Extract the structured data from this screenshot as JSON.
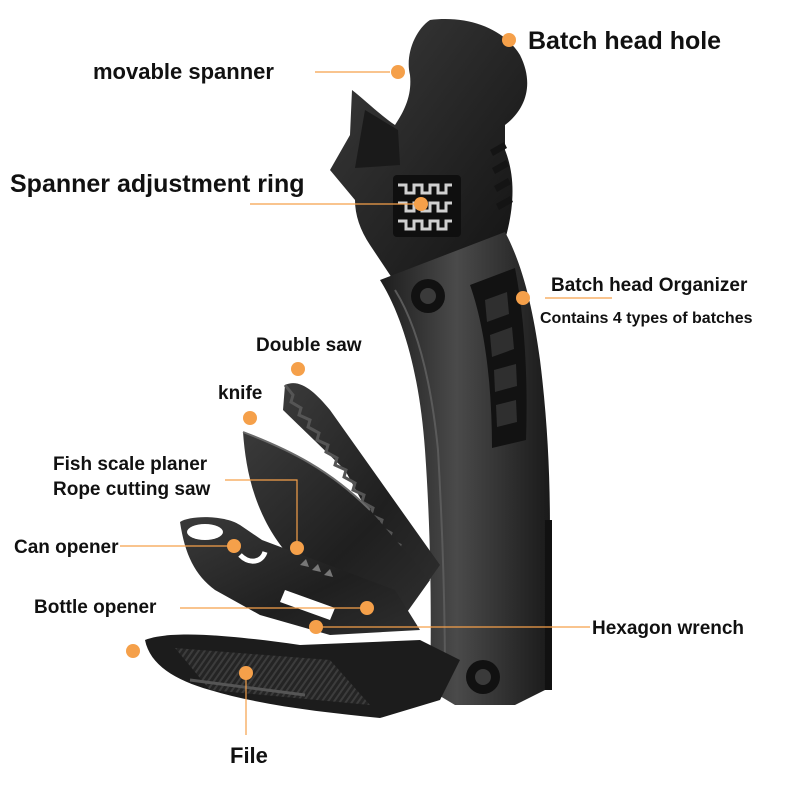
{
  "accent_color": "#f5a04a",
  "tool_color": "#2b2b2b",
  "labels": {
    "batch_head_hole": "Batch head hole",
    "movable_spanner": "movable spanner",
    "spanner_adjustment_ring": "Spanner adjustment ring",
    "batch_head_organizer": "Batch head Organizer",
    "contains_batches": "Contains 4 types of batches",
    "double_saw": "Double saw",
    "knife": "knife",
    "fish_scale_planer": "Fish scale planer",
    "rope_cutting_saw": "Rope cutting saw",
    "can_opener": "Can opener",
    "bottle_opener": "Bottle opener",
    "hexagon_wrench": "Hexagon wrench",
    "file": "File"
  }
}
